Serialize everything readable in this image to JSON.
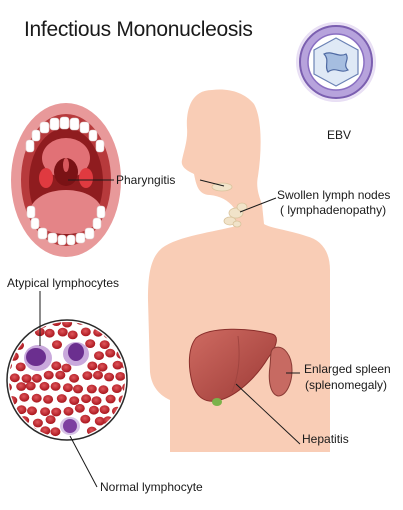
{
  "title": "Infectious Mononucleosis",
  "labels": {
    "ebv": "EBV",
    "pharyngitis": "Pharyngitis",
    "lymph_nodes_line1": "Swollen lymph nodes",
    "lymph_nodes_line2": "( lymphadenopathy)",
    "atypical": "Atypical lymphocytes",
    "spleen_line1": "Enlarged spleen",
    "spleen_line2": "(splenomegaly)",
    "hepatitis": "Hepatitis",
    "normal": "Normal lymphocyte"
  },
  "colors": {
    "body": "#f9cdb6",
    "liver": "#b8504a",
    "spleen": "#c76a62",
    "rbc": "#c0232b",
    "lymphocyte": "#8a4aa8",
    "virus": "#7b5fb0"
  }
}
